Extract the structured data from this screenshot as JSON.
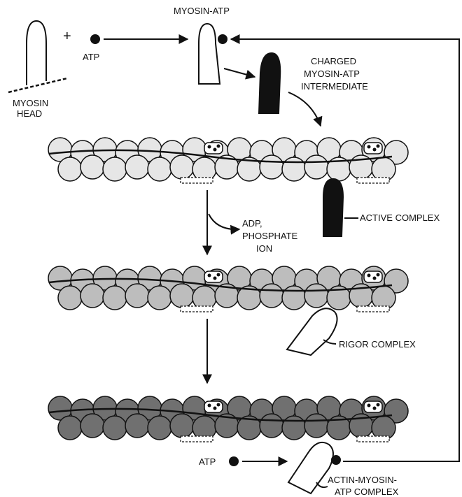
{
  "labels": {
    "myosin_head_1": "MYOSIN",
    "myosin_head_2": "HEAD",
    "plus": "+",
    "atp_top": "ATP",
    "myosin_atp": "MYOSIN-ATP",
    "charged_1": "CHARGED",
    "charged_2": "MYOSIN-ATP",
    "charged_3": "INTERMEDIATE",
    "adp_1": "ADP,",
    "adp_2": "PHOSPHATE",
    "adp_3": "ION",
    "active_complex": "ACTIVE COMPLEX",
    "rigor_complex": "RIGOR COMPLEX",
    "atp_bottom": "ATP",
    "amc_1": "ACTIN-MYOSIN-",
    "amc_2": "ATP COMPLEX"
  },
  "colors": {
    "ink": "#111111",
    "bead_light": "#e6e6e6",
    "bead_mid": "#bdbdbd",
    "bead_dark": "#707070"
  }
}
